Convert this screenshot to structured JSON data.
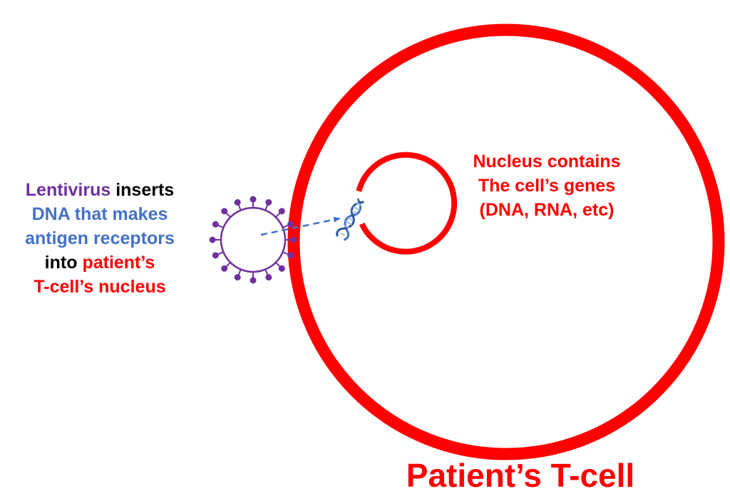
{
  "colors": {
    "cell": "#ff0000",
    "virus": "#7030a0",
    "dna": "#4472c4",
    "text_black": "#000000",
    "text_red": "#ff0000",
    "text_purple": "#7030a0",
    "text_blue": "#4472c4"
  },
  "caption_left": {
    "line1_word1": "Lentivirus",
    "line1_word2": " inserts",
    "line2": "DNA that makes",
    "line3": "antigen receptors",
    "line4_word1": "into ",
    "line4_word2": "patient’s",
    "line5": "T-cell’s nucleus"
  },
  "caption_nucleus": {
    "line1": "Nucleus contains",
    "line2": "The cell’s genes",
    "line3": "(DNA, RNA, etc)"
  },
  "cell_title": "Patient’s T-cell",
  "icons": {
    "virus": "lentivirus-icon",
    "dna": "dna-helix-icon",
    "arrow": "dashed-arrow-icon"
  }
}
